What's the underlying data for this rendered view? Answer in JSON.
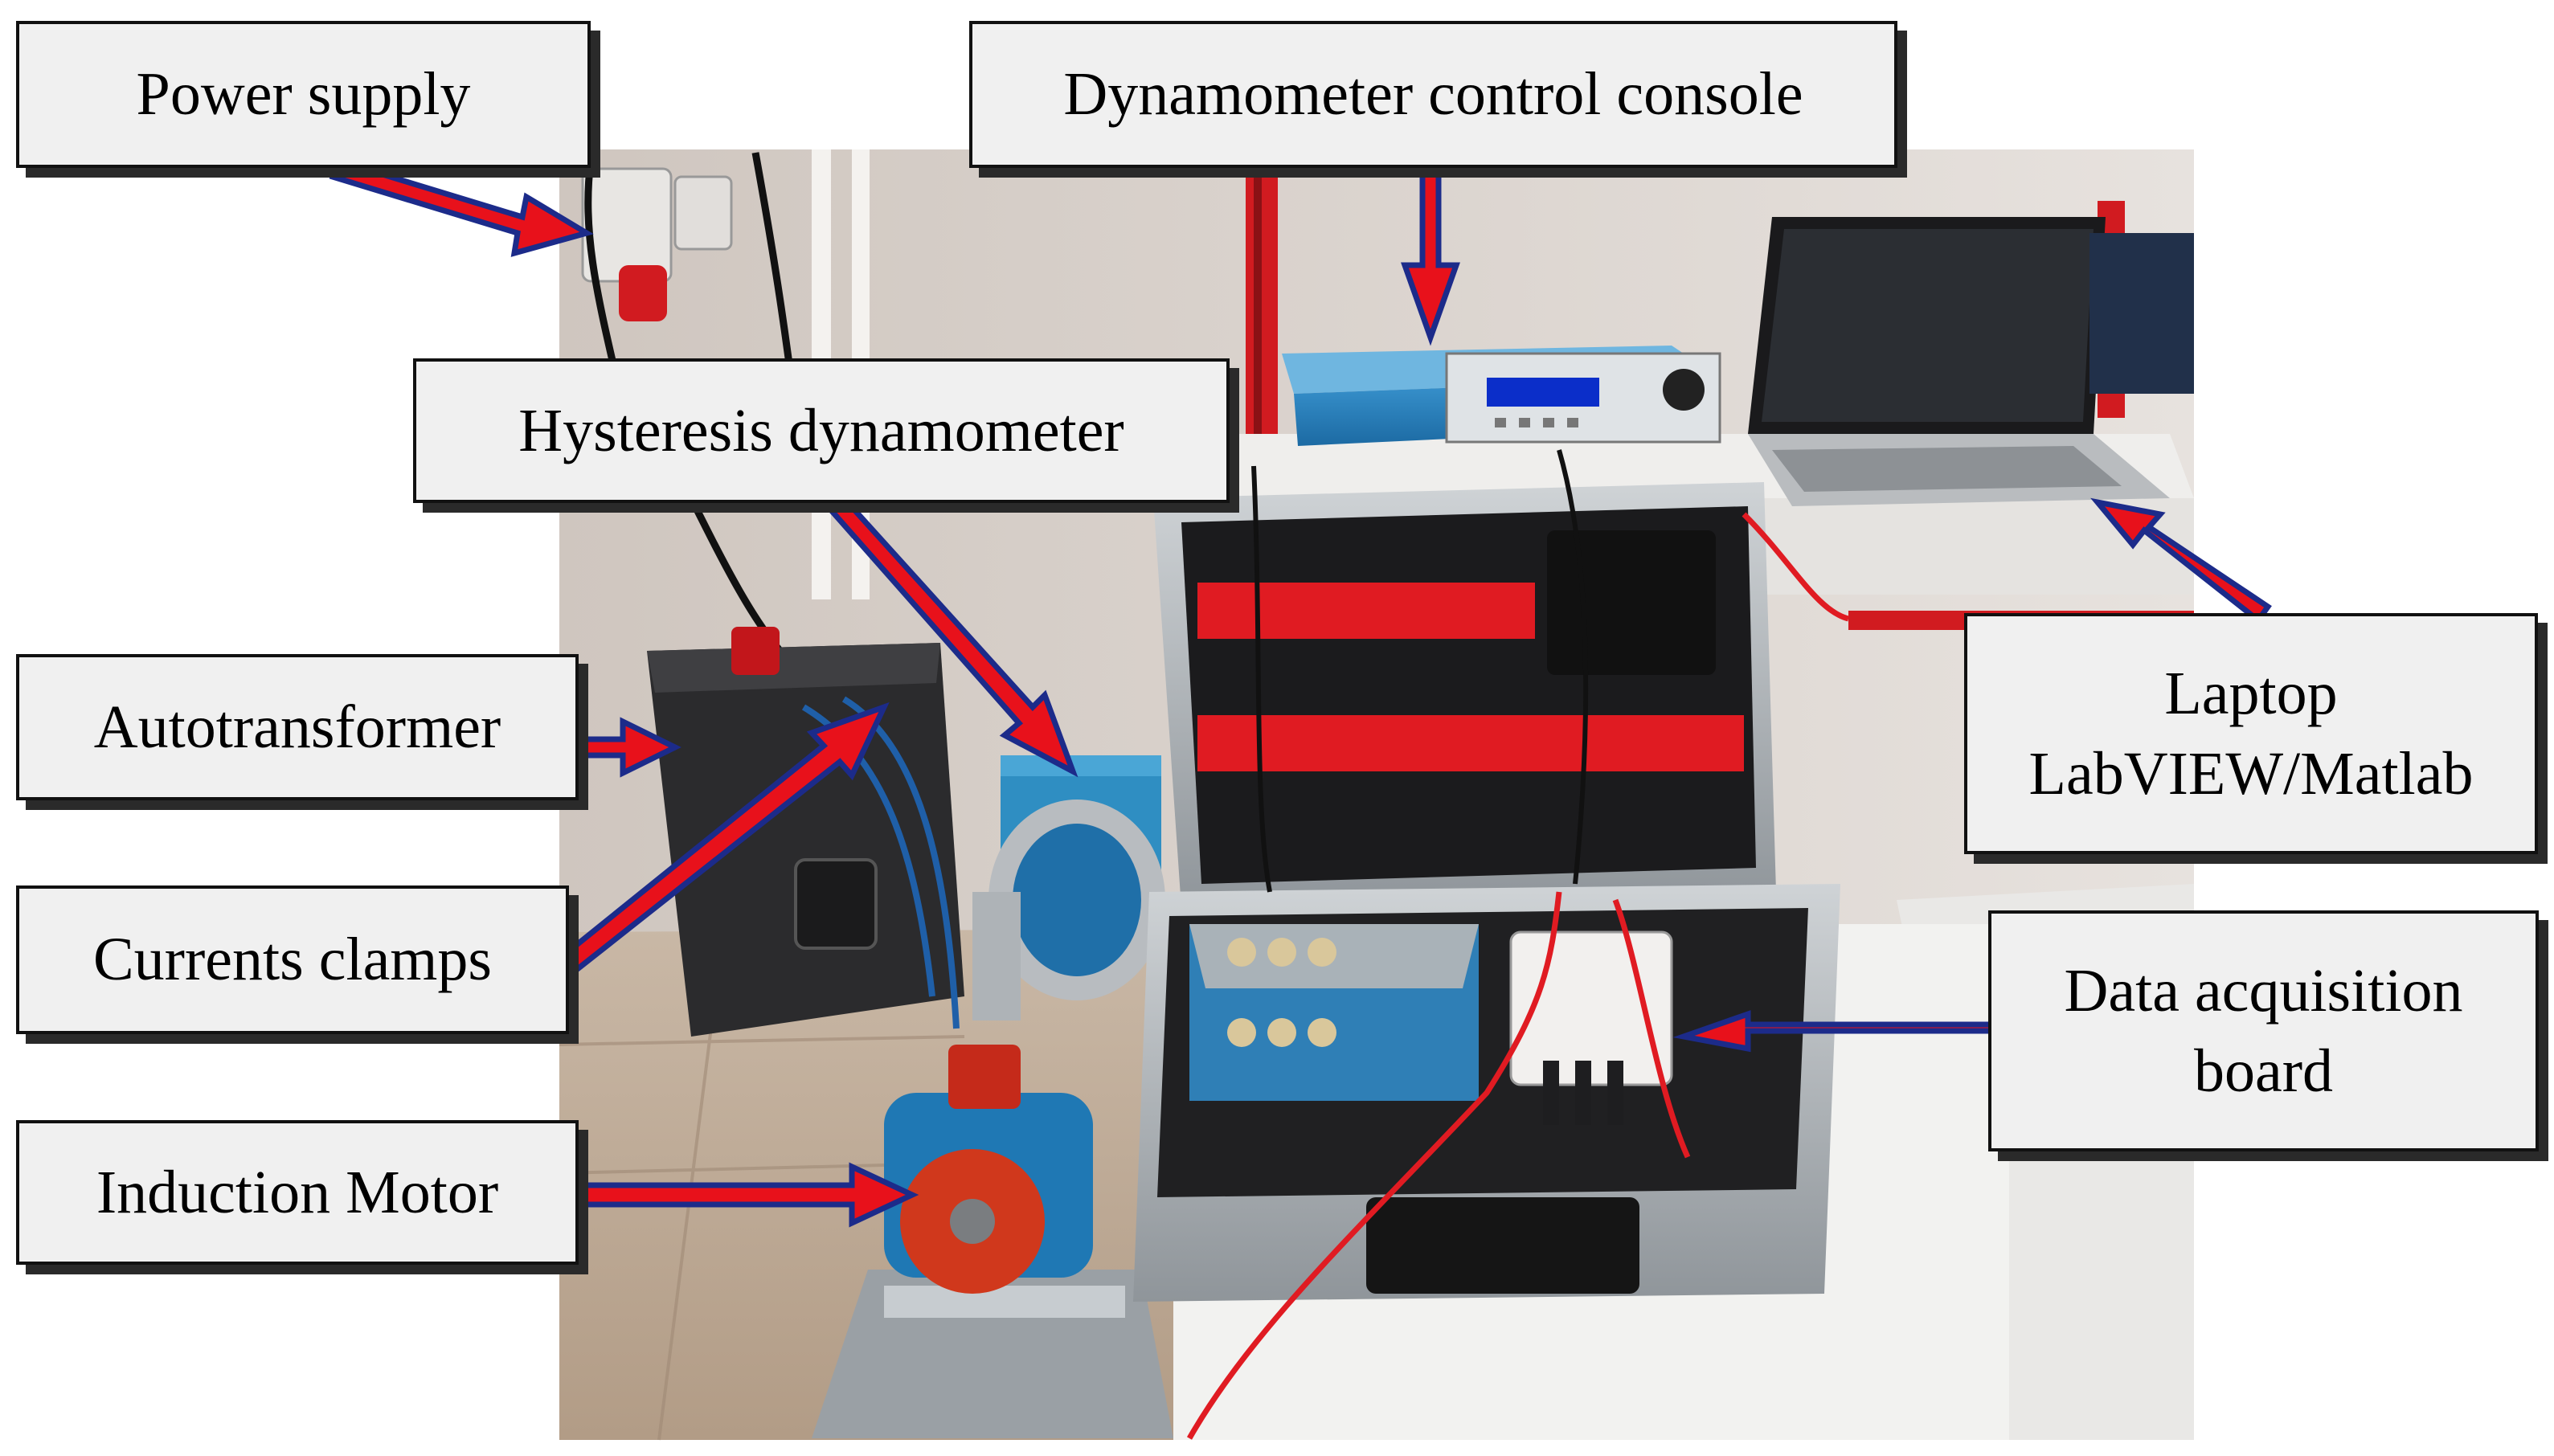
{
  "labels": {
    "power_supply": "Power supply",
    "control_console": "Dynamometer control console",
    "hysteresis_dynamometer": "Hysteresis dynamometer",
    "autotransformer": "Autotransformer",
    "currents_clamps": "Currents clamps",
    "induction_motor": "Induction Motor",
    "laptop": "Laptop\nLabVIEW/Matlab",
    "daq_board": "Data acquisition\nboard"
  },
  "colors": {
    "arrow_fill": "#e8111b",
    "arrow_outline": "#1c2b8a",
    "label_background": "#f0f0f0",
    "label_border": "#111111"
  },
  "icons": {
    "callout_arrows": "arrow-icon",
    "photo": "lab-bench-photo"
  }
}
